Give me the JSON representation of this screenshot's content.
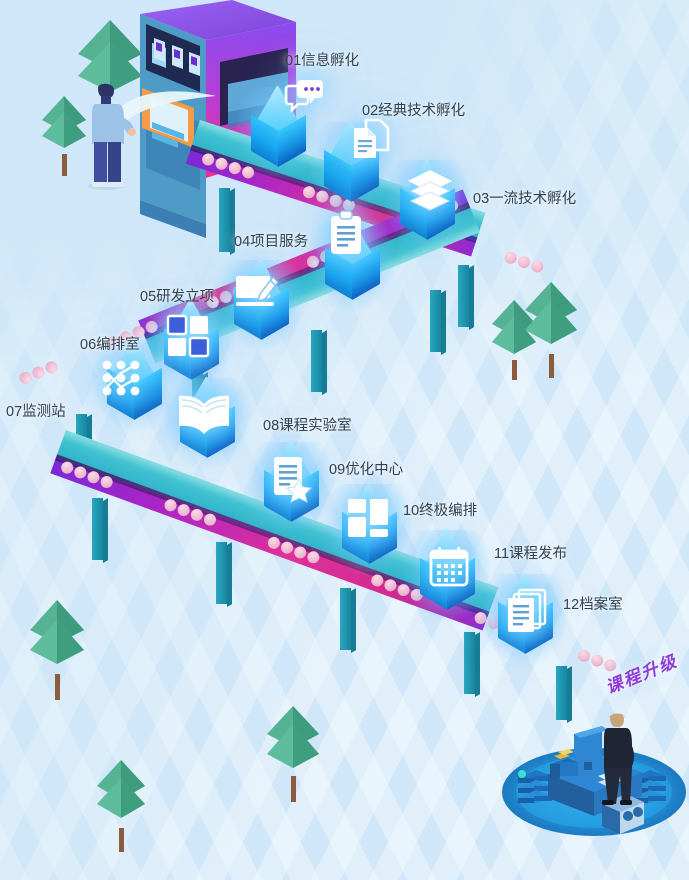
{
  "meta": {
    "title": "课程升级流水线信息图",
    "background_color": "#cfe7f8",
    "label_color": "#35414e",
    "badge_color": "#8f3bd8",
    "belt_top_color": "#3dbfd0",
    "belt_front_gradient": [
      "#7b29d6",
      "#e0309a"
    ],
    "cube_color": "#1ab4f5",
    "tree_colors": [
      "#4fae8b",
      "#3d9b7c",
      "#2f8f73"
    ],
    "roller_color": "#eeb7cf"
  },
  "badge": {
    "text": "课程升级"
  },
  "steps": [
    {
      "num": "01",
      "name": "信息孵化",
      "label": "01信息孵化",
      "icon": "chat-bubble-icon"
    },
    {
      "num": "02",
      "name": "经典技术孵化",
      "label": "02经典技术孵化",
      "icon": "documents-icon"
    },
    {
      "num": "03",
      "name": "一流技术孵化",
      "label": "03一流技术孵化",
      "icon": "layers-icon"
    },
    {
      "num": "04",
      "name": "项目服务",
      "label": "04项目服务",
      "icon": "clipboard-icon"
    },
    {
      "num": "05",
      "name": "研发立项",
      "label": "05研发立项",
      "icon": "signature-pen-icon"
    },
    {
      "num": "06",
      "name": "编排室",
      "label": "06编排室",
      "icon": "grid-squares-icon"
    },
    {
      "num": "07",
      "name": "监测站",
      "label": "07监测站",
      "icon": "network-nodes-icon"
    },
    {
      "num": "08",
      "name": "课程实验室",
      "label": "08课程实验室",
      "icon": "open-book-icon"
    },
    {
      "num": "09",
      "name": "优化中心",
      "label": "09优化中心",
      "icon": "starred-document-icon"
    },
    {
      "num": "10",
      "name": "终极编排",
      "label": "10终极编排",
      "icon": "layout-blocks-icon"
    },
    {
      "num": "11",
      "name": "课程发布",
      "label": "11课程发布",
      "icon": "calendar-icon"
    },
    {
      "num": "12",
      "name": "档案室",
      "label": "12档案室",
      "icon": "archive-papers-icon"
    }
  ],
  "scenes": {
    "kiosk": {
      "name": "信息终端机"
    },
    "operator": {
      "name": "操作员"
    },
    "workstation": {
      "name": "办公工位"
    },
    "manager": {
      "name": "管理者"
    }
  }
}
